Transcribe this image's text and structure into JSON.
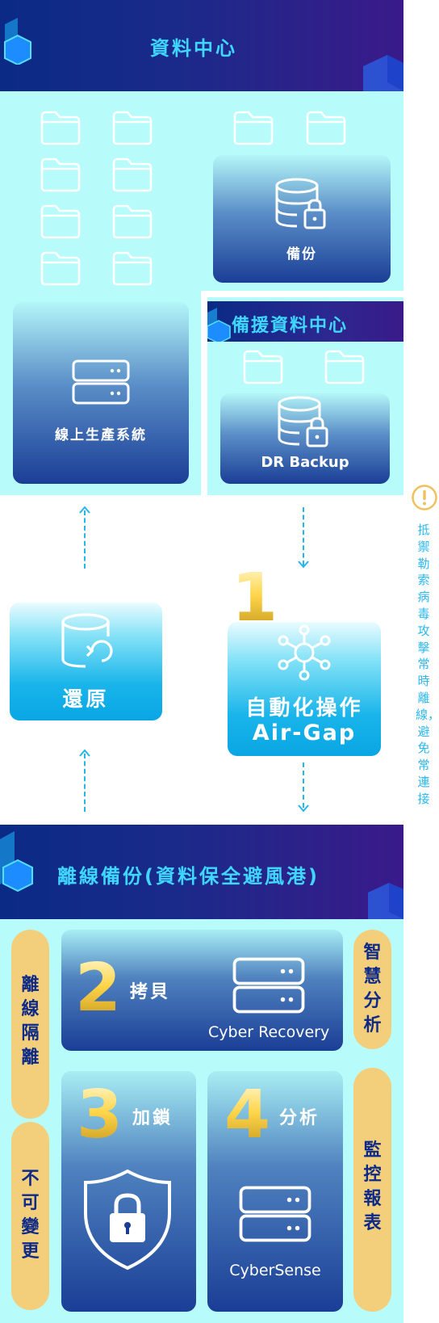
{
  "top_banner": {
    "title": "資料中心"
  },
  "production": {
    "label": "線上生產系統"
  },
  "backup": {
    "label": "備份"
  },
  "dr_center": {
    "title": "備援資料中心",
    "backup_label": "DR Backup"
  },
  "restore": {
    "label": "還原"
  },
  "airgap": {
    "number": "1",
    "line1": "自動化操作",
    "line2": "Air-Gap"
  },
  "side_note": {
    "text": "抵禦勒索病毒攻擊常時離線，避免常連接"
  },
  "offline_banner": {
    "title": "離線備份(資料保全避風港)"
  },
  "left_pills": [
    {
      "text": "離線隔離"
    },
    {
      "text": "不可變更"
    }
  ],
  "right_pills": [
    {
      "text": "智慧分析"
    },
    {
      "text": "監控報表"
    }
  ],
  "step2": {
    "number": "2",
    "label": "拷貝",
    "product": "Cyber Recovery"
  },
  "step3": {
    "number": "3",
    "label": "加鎖"
  },
  "step4": {
    "number": "4",
    "label": "分析",
    "product": "CyberSense"
  },
  "colors": {
    "banner": "#1b2a8a",
    "aqua": "#b8fbfb",
    "accent": "#2bb8ee",
    "gold": "#f3cf7c"
  }
}
